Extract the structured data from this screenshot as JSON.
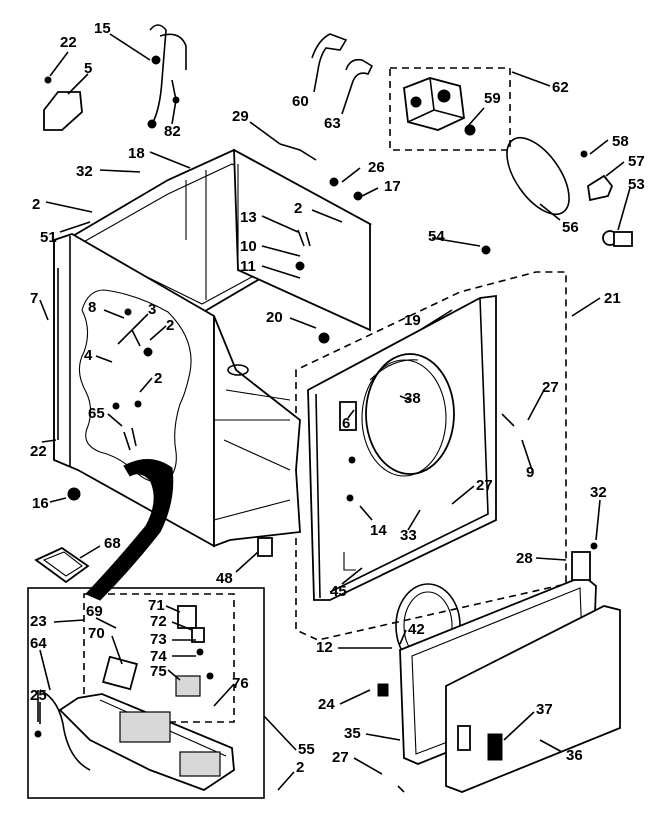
{
  "diagram": {
    "callouts": [
      {
        "id": "c22a",
        "text": "22"
      },
      {
        "id": "c5",
        "text": "5"
      },
      {
        "id": "c15",
        "text": "15"
      },
      {
        "id": "c82",
        "text": "82"
      },
      {
        "id": "c60",
        "text": "60"
      },
      {
        "id": "c63",
        "text": "63"
      },
      {
        "id": "c62",
        "text": "62"
      },
      {
        "id": "c59",
        "text": "59"
      },
      {
        "id": "c29",
        "text": "29"
      },
      {
        "id": "c26",
        "text": "26"
      },
      {
        "id": "c17",
        "text": "17"
      },
      {
        "id": "c18",
        "text": "18"
      },
      {
        "id": "c32a",
        "text": "32"
      },
      {
        "id": "c2a",
        "text": "2"
      },
      {
        "id": "c51",
        "text": "51"
      },
      {
        "id": "c2b",
        "text": "2"
      },
      {
        "id": "c13",
        "text": "13"
      },
      {
        "id": "c10",
        "text": "10"
      },
      {
        "id": "c11",
        "text": "11"
      },
      {
        "id": "c58",
        "text": "58"
      },
      {
        "id": "c57",
        "text": "57"
      },
      {
        "id": "c53",
        "text": "53"
      },
      {
        "id": "c56",
        "text": "56"
      },
      {
        "id": "c54",
        "text": "54"
      },
      {
        "id": "c21",
        "text": "21"
      },
      {
        "id": "c7",
        "text": "7"
      },
      {
        "id": "c8",
        "text": "8"
      },
      {
        "id": "c3",
        "text": "3"
      },
      {
        "id": "c2c",
        "text": "2"
      },
      {
        "id": "c4",
        "text": "4"
      },
      {
        "id": "c2d",
        "text": "2"
      },
      {
        "id": "c65",
        "text": "65"
      },
      {
        "id": "c22b",
        "text": "22"
      },
      {
        "id": "c16",
        "text": "16"
      },
      {
        "id": "c20",
        "text": "20"
      },
      {
        "id": "c19",
        "text": "19"
      },
      {
        "id": "c6",
        "text": "6"
      },
      {
        "id": "c38",
        "text": "38"
      },
      {
        "id": "c27a",
        "text": "27"
      },
      {
        "id": "c9",
        "text": "9"
      },
      {
        "id": "c27b",
        "text": "27"
      },
      {
        "id": "c14",
        "text": "14"
      },
      {
        "id": "c33",
        "text": "33"
      },
      {
        "id": "c32b",
        "text": "32"
      },
      {
        "id": "c28",
        "text": "28"
      },
      {
        "id": "c68",
        "text": "68"
      },
      {
        "id": "c48",
        "text": "48"
      },
      {
        "id": "c45",
        "text": "45"
      },
      {
        "id": "c23",
        "text": "23"
      },
      {
        "id": "c69",
        "text": "69"
      },
      {
        "id": "c71",
        "text": "71"
      },
      {
        "id": "c72",
        "text": "72"
      },
      {
        "id": "c73",
        "text": "73"
      },
      {
        "id": "c70",
        "text": "70"
      },
      {
        "id": "c74",
        "text": "74"
      },
      {
        "id": "c75",
        "text": "75"
      },
      {
        "id": "c76",
        "text": "76"
      },
      {
        "id": "c64",
        "text": "64"
      },
      {
        "id": "c25",
        "text": "25"
      },
      {
        "id": "c12",
        "text": "12"
      },
      {
        "id": "c42",
        "text": "42"
      },
      {
        "id": "c24",
        "text": "24"
      },
      {
        "id": "c35",
        "text": "35"
      },
      {
        "id": "c37",
        "text": "37"
      },
      {
        "id": "c27c",
        "text": "27"
      },
      {
        "id": "c36",
        "text": "36"
      },
      {
        "id": "c55",
        "text": "55"
      },
      {
        "id": "c2e",
        "text": "2"
      }
    ]
  }
}
